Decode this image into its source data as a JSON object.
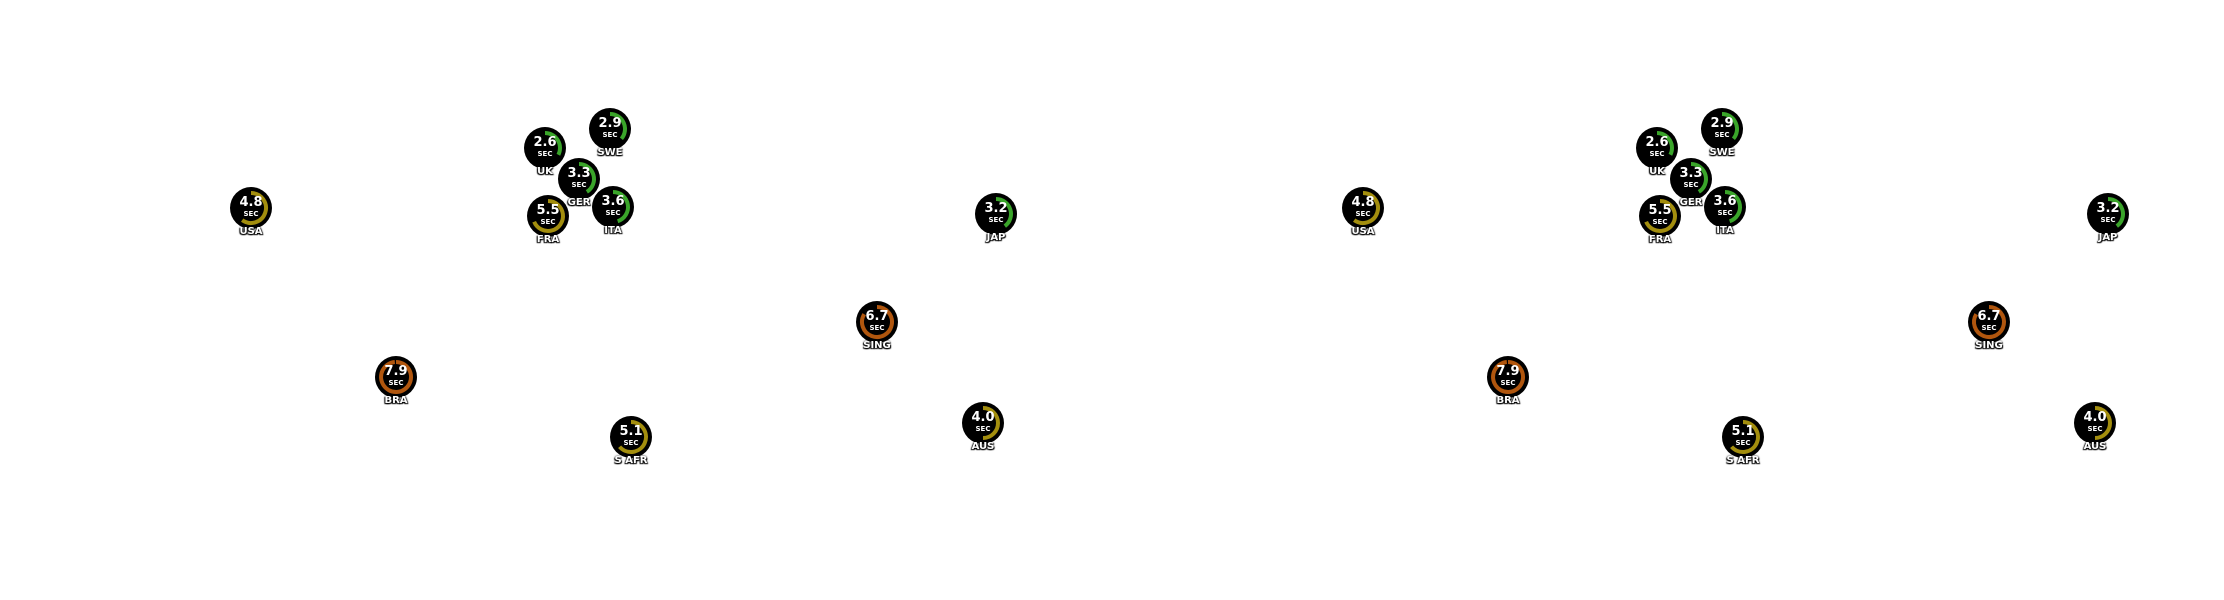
{
  "unit_label": "SEC",
  "max_value": 8,
  "colors": {
    "fast": "#3aa52a",
    "medium": "#a38e0e",
    "slow": "#b0560e",
    "badge": "#000000"
  },
  "thresholds": {
    "fast_below": 4,
    "slow_above": 6
  },
  "panels": [
    {
      "markers": [
        {
          "code": "USA",
          "value": "4.8"
        },
        {
          "code": "UK",
          "value": "2.6"
        },
        {
          "code": "SWE",
          "value": "2.9"
        },
        {
          "code": "GER",
          "value": "3.3"
        },
        {
          "code": "FRA",
          "value": "5.5"
        },
        {
          "code": "ITA",
          "value": "3.6"
        },
        {
          "code": "JAP",
          "value": "3.2"
        },
        {
          "code": "SING",
          "value": "6.7"
        },
        {
          "code": "BRA",
          "value": "7.9"
        },
        {
          "code": "S AFR",
          "value": "5.1"
        },
        {
          "code": "AUS",
          "value": "4.0"
        }
      ]
    },
    {
      "markers": [
        {
          "code": "USA",
          "value": "4.8"
        },
        {
          "code": "UK",
          "value": "2.6"
        },
        {
          "code": "SWE",
          "value": "2.9"
        },
        {
          "code": "GER",
          "value": "3.3"
        },
        {
          "code": "FRA",
          "value": "5.5"
        },
        {
          "code": "ITA",
          "value": "3.6"
        },
        {
          "code": "JAP",
          "value": "3.2"
        },
        {
          "code": "SING",
          "value": "6.7"
        },
        {
          "code": "BRA",
          "value": "7.9"
        },
        {
          "code": "S AFR",
          "value": "5.1"
        },
        {
          "code": "AUS",
          "value": "4.0"
        }
      ]
    }
  ]
}
